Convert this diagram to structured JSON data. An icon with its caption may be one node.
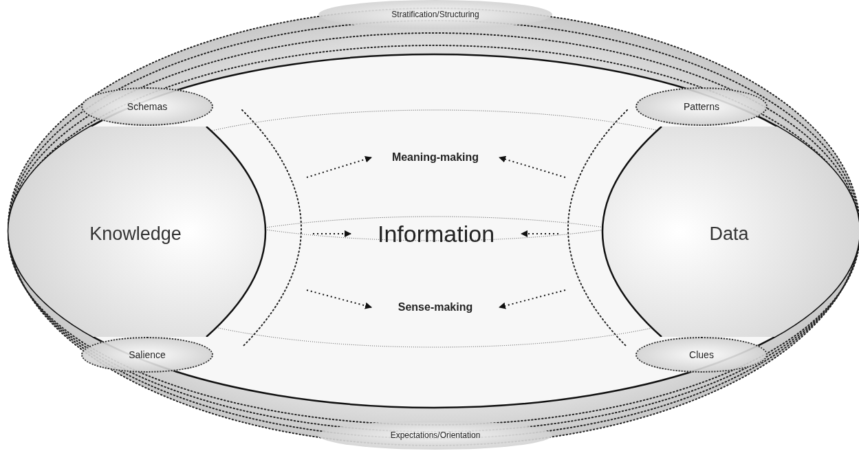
{
  "diagram": {
    "nodes": [
      {
        "text": [
          "Stratification/Structuring"
        ]
      },
      {
        "text": [
          "Schemas"
        ]
      },
      {
        "text": [
          "Patterns"
        ]
      },
      {
        "text": [
          "Meaning-making"
        ]
      },
      {
        "text": [
          "Knowledge"
        ]
      },
      {
        "text": [
          "Information"
        ]
      },
      {
        "text": [
          "Data"
        ]
      },
      {
        "text": [
          "Sense-making"
        ]
      },
      {
        "text": [
          "Salience"
        ]
      },
      {
        "text": [
          "Clues"
        ]
      },
      {
        "text": [
          "Expectations/Orientation"
        ]
      }
    ],
    "edges": [
      {
        "from": null,
        "to": 3,
        "arrow": "to",
        "style": "dashed"
      },
      {
        "from": null,
        "to": 5,
        "arrow": "to",
        "style": "dashed"
      },
      {
        "from": null,
        "to": 7,
        "arrow": "to",
        "style": "dashed"
      },
      {
        "from": null,
        "to": 3,
        "arrow": "to",
        "style": "dashed"
      },
      {
        "from": null,
        "to": 5,
        "arrow": "to",
        "style": "dashed"
      },
      {
        "from": null,
        "to": 7,
        "arrow": "to",
        "style": "dashed"
      }
    ]
  }
}
